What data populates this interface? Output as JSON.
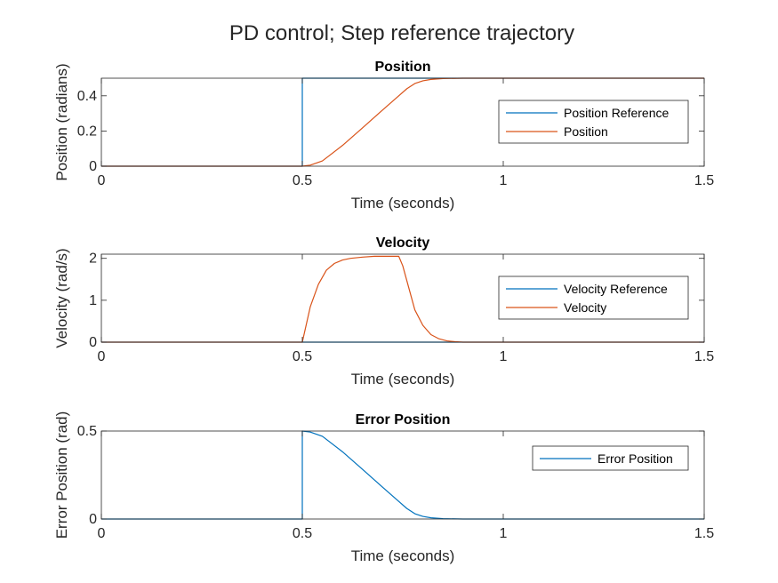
{
  "figure_title": "PD control; Step reference trajectory",
  "colors": {
    "blue": "#0072BD",
    "orange": "#D95319",
    "axis": "#262626",
    "legend_border": "#262626"
  },
  "chart_data": [
    {
      "type": "line",
      "title": "Position",
      "xlabel": "Time (seconds)",
      "ylabel": "Position (radians)",
      "xlim": [
        0,
        1.5
      ],
      "ylim": [
        0,
        0.5
      ],
      "xticks": [
        0,
        0.5,
        1,
        1.5
      ],
      "xtick_labels": [
        "0",
        "0.5",
        "1",
        "1.5"
      ],
      "yticks": [
        0,
        0.2,
        0.4
      ],
      "ytick_labels": [
        "0",
        "0.2",
        "0.4"
      ],
      "legend_position": "right",
      "series": [
        {
          "name": "Position Reference",
          "color": "#0072BD",
          "x": [
            0,
            0.5,
            0.5,
            1.5
          ],
          "y": [
            0,
            0,
            0.5,
            0.5
          ]
        },
        {
          "name": "Position",
          "color": "#D95319",
          "x": [
            0,
            0.5,
            0.52,
            0.55,
            0.6,
            0.65,
            0.7,
            0.74,
            0.76,
            0.78,
            0.8,
            0.82,
            0.85,
            0.9,
            1.5
          ],
          "y": [
            0,
            0,
            0.006,
            0.03,
            0.118,
            0.218,
            0.32,
            0.4,
            0.44,
            0.47,
            0.485,
            0.493,
            0.498,
            0.5,
            0.5
          ]
        }
      ]
    },
    {
      "type": "line",
      "title": "Velocity",
      "xlabel": "Time (seconds)",
      "ylabel": "Velocity (rad/s)",
      "xlim": [
        0,
        1.5
      ],
      "ylim": [
        0,
        2.1
      ],
      "xticks": [
        0,
        0.5,
        1,
        1.5
      ],
      "xtick_labels": [
        "0",
        "0.5",
        "1",
        "1.5"
      ],
      "yticks": [
        0,
        1,
        2
      ],
      "ytick_labels": [
        "0",
        "1",
        "2"
      ],
      "legend_position": "right",
      "series": [
        {
          "name": "Velocity Reference",
          "color": "#0072BD",
          "x": [
            0,
            1.5
          ],
          "y": [
            0,
            0
          ]
        },
        {
          "name": "Velocity",
          "color": "#D95319",
          "x": [
            0,
            0.5,
            0.52,
            0.54,
            0.56,
            0.58,
            0.6,
            0.62,
            0.65,
            0.68,
            0.7,
            0.72,
            0.74,
            0.75,
            0.76,
            0.77,
            0.78,
            0.8,
            0.82,
            0.84,
            0.86,
            0.88,
            0.9,
            0.93,
            1.5
          ],
          "y": [
            0,
            0,
            0.85,
            1.38,
            1.72,
            1.88,
            1.96,
            2.0,
            2.03,
            2.05,
            2.05,
            2.05,
            2.05,
            1.82,
            1.47,
            1.12,
            0.77,
            0.4,
            0.18,
            0.08,
            0.03,
            0.01,
            0.0,
            0.0,
            0.0
          ]
        }
      ]
    },
    {
      "type": "line",
      "title": "Error Position",
      "xlabel": "Time (seconds)",
      "ylabel": "Error Position (rad)",
      "xlim": [
        0,
        1.5
      ],
      "ylim": [
        0,
        0.5
      ],
      "xticks": [
        0,
        0.5,
        1,
        1.5
      ],
      "xtick_labels": [
        "0",
        "0.5",
        "1",
        "1.5"
      ],
      "yticks": [
        0,
        0.5
      ],
      "ytick_labels": [
        "0",
        "0.5"
      ],
      "legend_position": "top-right",
      "series": [
        {
          "name": "Error Position",
          "color": "#0072BD",
          "x": [
            0,
            0.5,
            0.5,
            0.52,
            0.55,
            0.6,
            0.65,
            0.7,
            0.74,
            0.76,
            0.78,
            0.8,
            0.82,
            0.85,
            0.9,
            1.5
          ],
          "y": [
            0,
            0,
            0.5,
            0.494,
            0.47,
            0.382,
            0.282,
            0.18,
            0.1,
            0.06,
            0.03,
            0.015,
            0.007,
            0.002,
            0.0,
            0.0
          ]
        }
      ]
    }
  ]
}
